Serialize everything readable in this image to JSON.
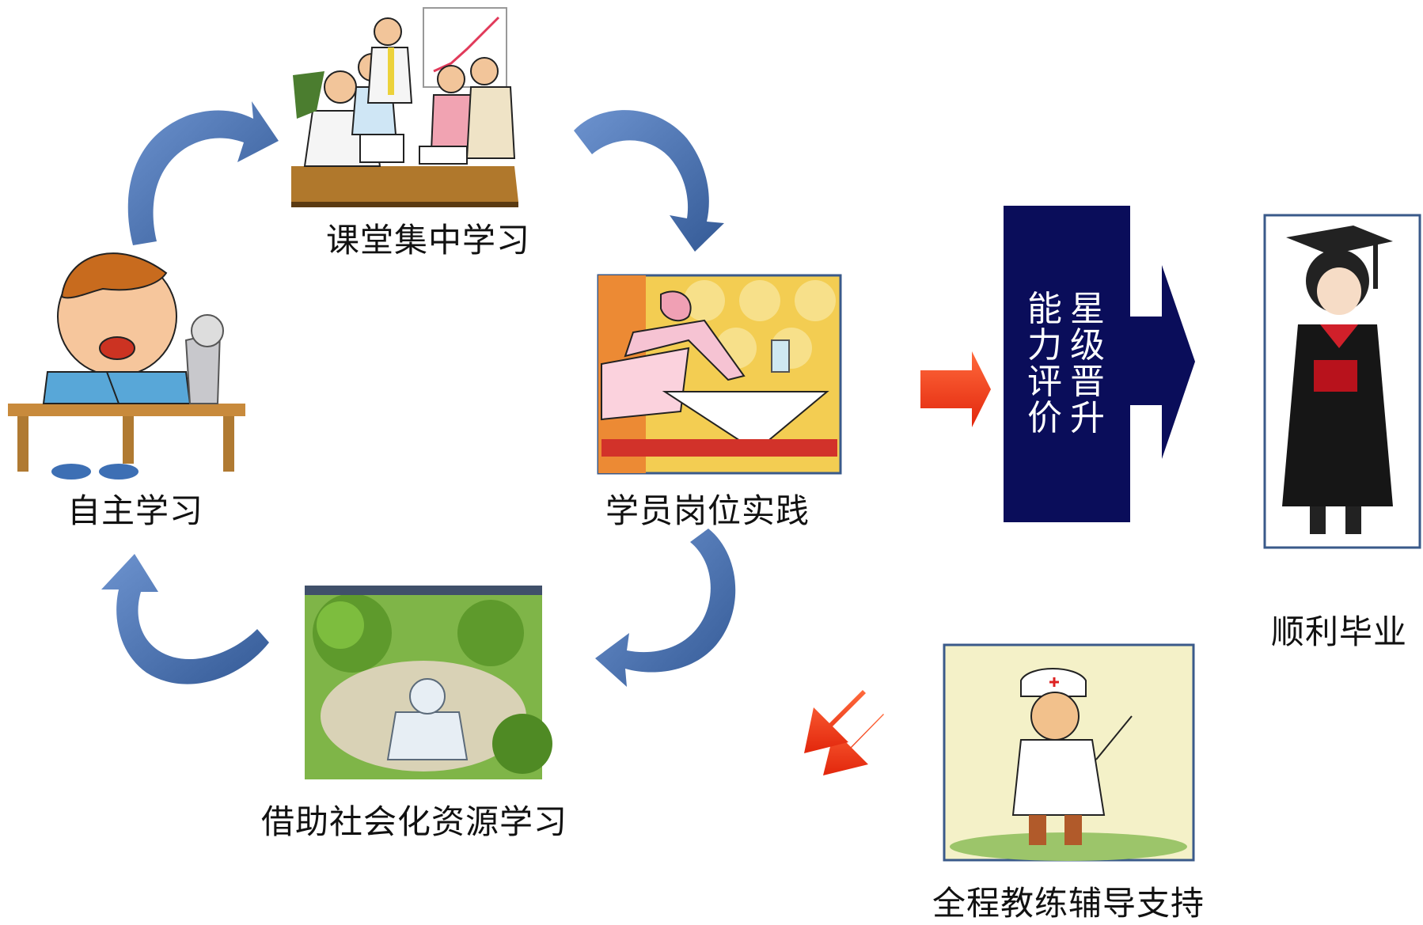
{
  "nodes": {
    "self_study": "自主学习",
    "classroom": "课堂集中学习",
    "practice": "学员岗位实践",
    "social": "借助社会化资源学习",
    "coach": "全程教练辅导支持",
    "graduate": "顺利毕业"
  },
  "evaluation": {
    "col_right": "星级晋升",
    "col_left": "能力评价"
  },
  "colors": {
    "cycle_arrow": "#4a72ae",
    "red_arrow": "#f0381a",
    "navy_block": "#0a0d5a"
  }
}
